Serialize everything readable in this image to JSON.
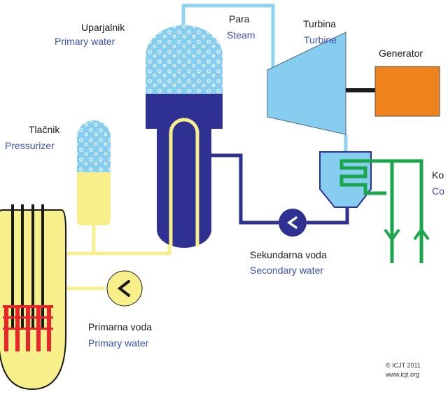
{
  "labels": {
    "steam_generator_si": "Uparjalnik",
    "steam_generator_en": "Primary water",
    "steam_si": "Para",
    "steam_en": "Steam",
    "turbine_si": "Turbina",
    "turbine_en": "Turbine",
    "generator": "Generator",
    "pressurizer_si": "Tlačnik",
    "pressurizer_en": "Pressurizer",
    "condenser_si": "Ko",
    "condenser_en": "Co",
    "secondary_si": "Sekundarna voda",
    "secondary_en": "Secondary water",
    "primary_si": "Primarna voda",
    "primary_en": "Primary water",
    "copyright": "© ICJT 2011",
    "website": "www.icjt.org"
  },
  "colors": {
    "primary_pipe": "#f7ef8a",
    "secondary_pipe": "#2e3192",
    "steam_pipe": "#8fd3f4",
    "cooling_pipe": "#1aa64b",
    "turbine": "#86cdef",
    "generator": "#f0821e",
    "fuel_rods": "#e8252b",
    "text_blue": "#3b4fb5"
  }
}
